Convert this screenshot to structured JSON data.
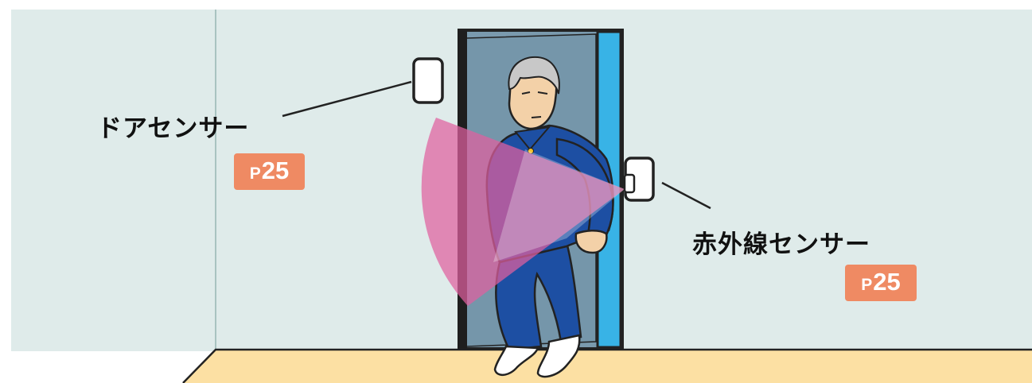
{
  "door_sensor": {
    "label": "ドアセンサー",
    "page_prefix": "P",
    "page_number": "25"
  },
  "infrared_sensor": {
    "label": "赤外線センサー",
    "page_prefix": "P",
    "page_number": "25"
  },
  "colors": {
    "wall": "#dfebea",
    "floor": "#fce0a3",
    "door_glass": "#7a9aae",
    "door_edge": "#38b3e6",
    "detection_zone": "#e0609f",
    "badge": "#ef8a63",
    "clothing": "#1d4fa3"
  }
}
